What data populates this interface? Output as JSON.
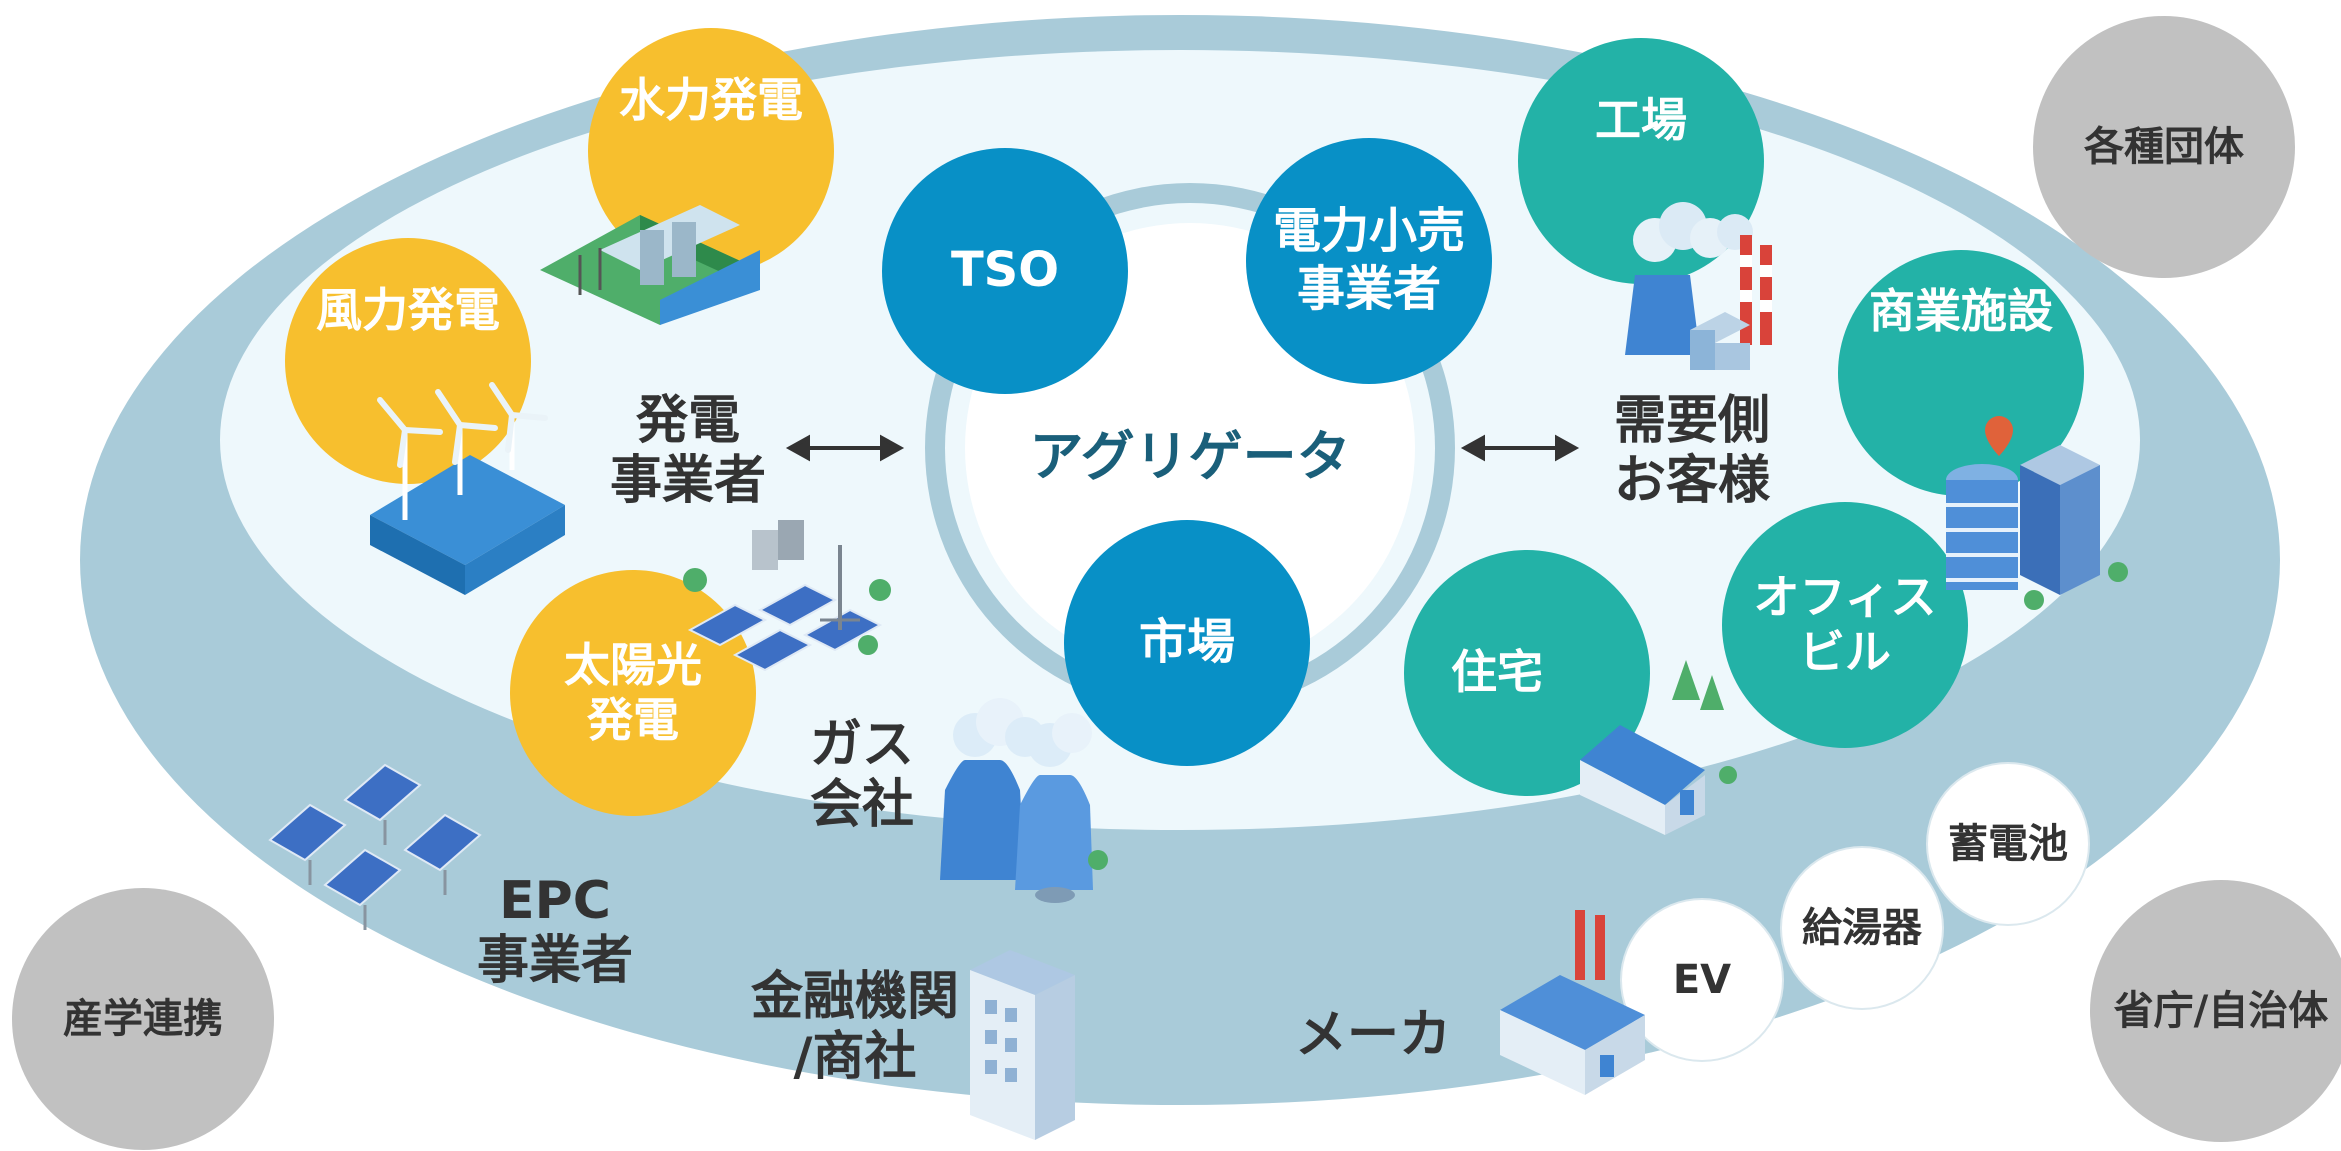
{
  "colors": {
    "outer_ring": "#a9cbd9",
    "inner_area": "#eef8fc",
    "generation": "#f7bf2e",
    "core": "#0890c6",
    "demand": "#23b2a7",
    "external": "#c1c1c1",
    "equipment": "#ffffff"
  },
  "center": {
    "label": "アグリゲータ"
  },
  "core_nodes": [
    {
      "label": "TSO"
    },
    {
      "label": "電力小売\n事業者"
    },
    {
      "label": "市場"
    }
  ],
  "generation": {
    "group_label": "発電\n事業者",
    "nodes": [
      {
        "label": "水力発電",
        "icon": "hydro-dam-icon"
      },
      {
        "label": "風力発電",
        "icon": "wind-turbines-icon"
      },
      {
        "label": "太陽光\n発電",
        "icon": "solar-farm-icon"
      }
    ],
    "gas": {
      "label": "ガス\n会社",
      "icon": "cooling-towers-icon"
    }
  },
  "demand": {
    "group_label": "需要側\nお客様",
    "nodes": [
      {
        "label": "工場",
        "icon": "factory-chimneys-icon"
      },
      {
        "label": "商業施設",
        "icon": "commercial-building-icon"
      },
      {
        "label": "オフィス\nビル"
      },
      {
        "label": "住宅",
        "icon": "house-icon"
      }
    ]
  },
  "outer": {
    "epc": {
      "label": "EPC\n事業者",
      "icon": "solar-panels-icon"
    },
    "finance": {
      "label": "金融機関\n/商社",
      "icon": "office-tower-icon"
    },
    "maker": {
      "label": "メーカ",
      "icon": "factory-icon"
    },
    "equipment": [
      {
        "label": "EV"
      },
      {
        "label": "給湯器"
      },
      {
        "label": "蓄電池"
      }
    ]
  },
  "external": [
    {
      "label": "各種団体"
    },
    {
      "label": "産学連携"
    },
    {
      "label": "省庁/自治体"
    }
  ],
  "arrows": {
    "left": "double-arrow-icon",
    "right": "double-arrow-icon"
  }
}
